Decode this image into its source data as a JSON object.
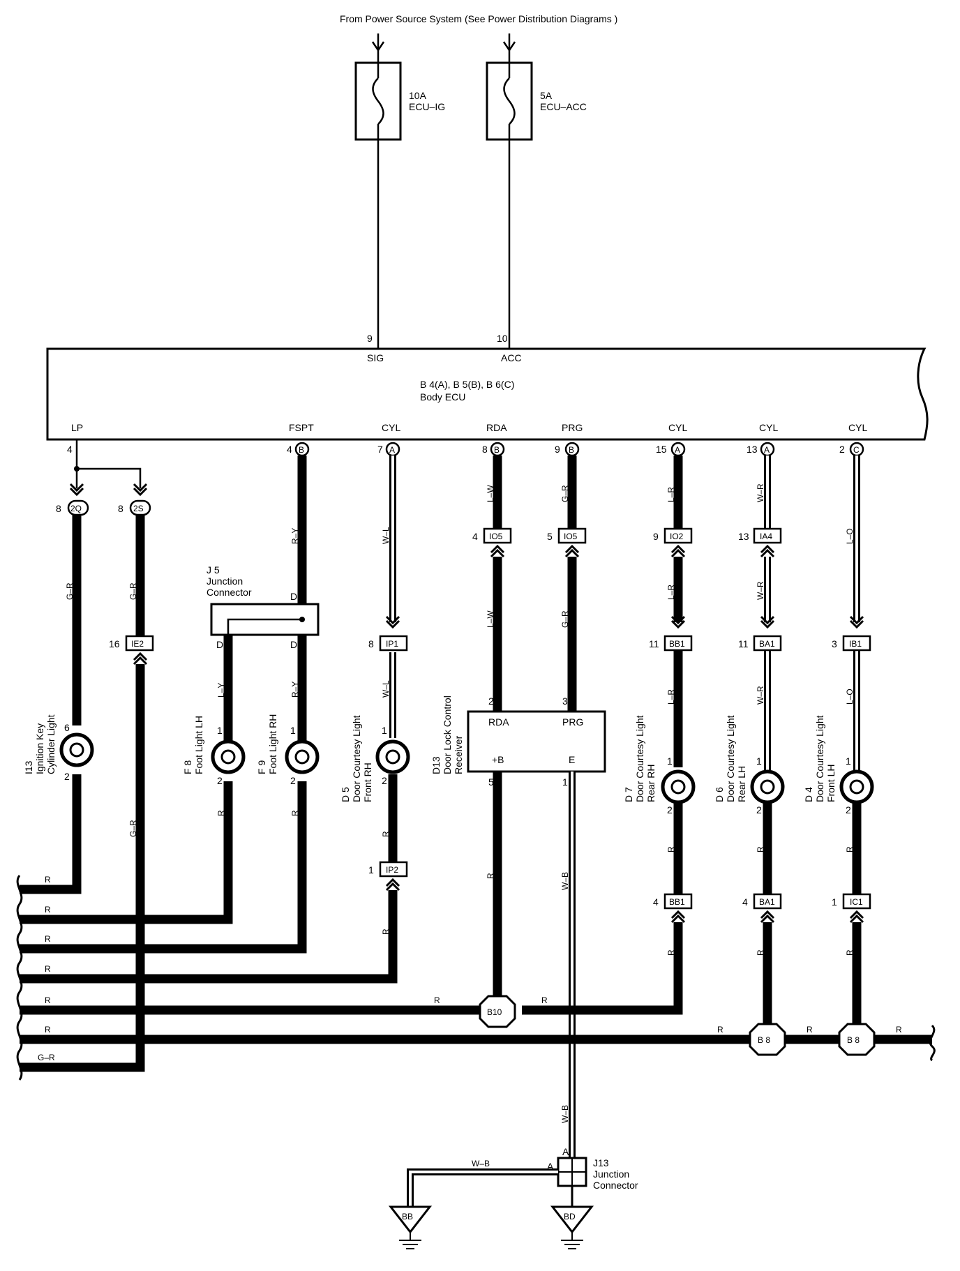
{
  "power_source_note": "From Power Source System (See Power Distribution Diagrams )",
  "fuses": [
    {
      "amp": "10A",
      "name": "ECU–IG"
    },
    {
      "amp": "5A",
      "name": "ECU–ACC"
    }
  ],
  "ecu": {
    "title": "Body ECU",
    "code": "B 4(A), B 5(B), B 6(C)",
    "top_pins": [
      {
        "num": "9",
        "name": "SIG"
      },
      {
        "num": "10",
        "name": "ACC"
      }
    ],
    "bottom_pins": [
      {
        "name": "LP",
        "num": "4",
        "conn": ""
      },
      {
        "name": "FSPT",
        "num": "4",
        "conn": "B"
      },
      {
        "name": "CYL",
        "num": "7",
        "conn": "A"
      },
      {
        "name": "RDA",
        "num": "8",
        "conn": "B"
      },
      {
        "name": "PRG",
        "num": "9",
        "conn": "B"
      },
      {
        "name": "CYL",
        "num": "15",
        "conn": "A"
      },
      {
        "name": "CYL",
        "num": "13",
        "conn": "A"
      },
      {
        "name": "CYL",
        "num": "2",
        "conn": "C"
      }
    ]
  },
  "junction_labels": [
    {
      "pin": "8",
      "code": "2Q"
    },
    {
      "pin": "8",
      "code": "2S"
    }
  ],
  "connectors": [
    {
      "pin": "16",
      "code": "IE2"
    },
    {
      "pin": "8",
      "code": "IP1"
    },
    {
      "pin": "1",
      "code": "IP2"
    },
    {
      "pin": "4",
      "code": "IO5"
    },
    {
      "pin": "5",
      "code": "IO5"
    },
    {
      "pin": "9",
      "code": "IO2"
    },
    {
      "pin": "11",
      "code": "BB1"
    },
    {
      "pin": "4",
      "code": "BB1"
    },
    {
      "pin": "13",
      "code": "IA4"
    },
    {
      "pin": "11",
      "code": "BA1"
    },
    {
      "pin": "4",
      "code": "BA1"
    },
    {
      "pin": "3",
      "code": "IB1"
    },
    {
      "pin": "1",
      "code": "IC1"
    }
  ],
  "j5": {
    "code": "J 5",
    "title": "Junction",
    "title2": "Connector",
    "pin": "D"
  },
  "j13": {
    "code": "J13",
    "title": "Junction",
    "title2": "Connector",
    "pin": "A"
  },
  "receiver": {
    "code": "D13",
    "title": "Door Lock Control",
    "title2": "Receiver",
    "pins": {
      "rda": "RDA",
      "prg": "PRG",
      "b": "+B",
      "e": "E"
    },
    "pin_nums": {
      "rda": "2",
      "prg": "3",
      "b": "5",
      "e": "1"
    }
  },
  "lights": [
    {
      "code": "I13",
      "line1": "Ignition Key",
      "line2": "Cylinder Light",
      "pin_top": "6",
      "pin_bottom": "2"
    },
    {
      "code": "F 8",
      "line1": "Foot Light LH",
      "line2": "",
      "pin_top": "1",
      "pin_bottom": "2"
    },
    {
      "code": "F 9",
      "line1": "Foot Light RH",
      "line2": "",
      "pin_top": "1",
      "pin_bottom": "2"
    },
    {
      "code": "D 5",
      "line1": "Door Courtesy Light",
      "line2": "Front RH",
      "pin_top": "1",
      "pin_bottom": "2"
    },
    {
      "code": "D 7",
      "line1": "Door Courtesy Light",
      "line2": "Rear RH",
      "pin_top": "1",
      "pin_bottom": "2"
    },
    {
      "code": "D 6",
      "line1": "Door Courtesy Light",
      "line2": "Rear LH",
      "pin_top": "1",
      "pin_bottom": "2"
    },
    {
      "code": "D 4",
      "line1": "Door Courtesy Light",
      "line2": "Front LH",
      "pin_top": "1",
      "pin_bottom": "2"
    }
  ],
  "wire_colors": {
    "g_r": "G–R",
    "r_y": "R–Y",
    "w_l": "W–L",
    "l_w": "L–W",
    "l_r": "L–R",
    "w_r": "W–R",
    "l_o": "L–O",
    "l_y": "L–Y",
    "r": "R",
    "w_b": "W–B"
  },
  "splices": [
    "B10",
    "B 8",
    "B 8"
  ],
  "grounds": [
    "BB",
    "BD"
  ]
}
